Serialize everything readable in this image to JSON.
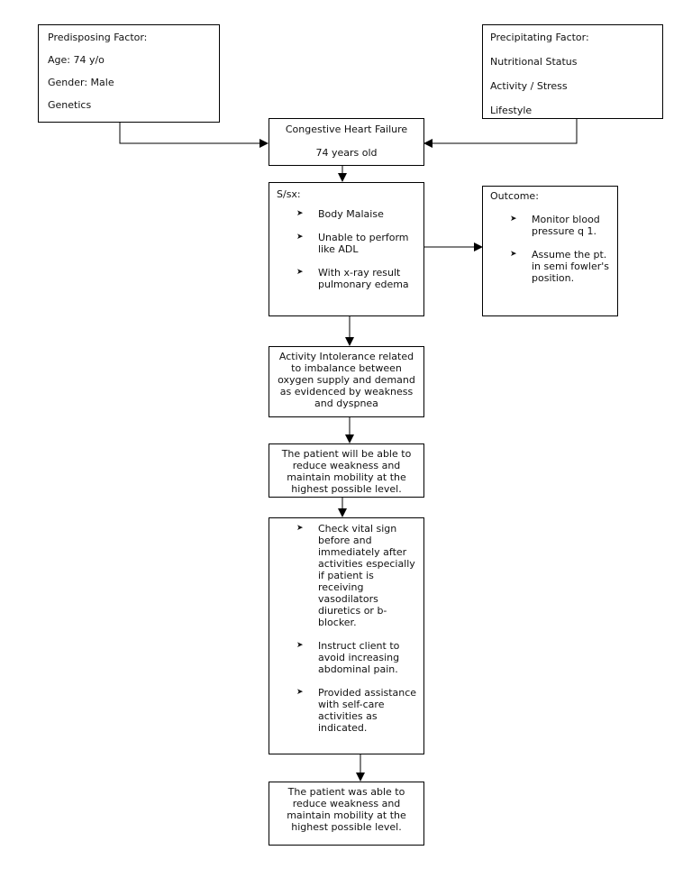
{
  "predisposing": {
    "title": "Predisposing Factor:",
    "items": [
      "Age: 74 y/o",
      "Gender: Male",
      "Genetics"
    ]
  },
  "precipitating": {
    "title": "Precipitating Factor:",
    "items": [
      "Nutritional Status",
      "Activity / Stress",
      "Lifestyle"
    ]
  },
  "diagnosis": {
    "title": "Congestive Heart Failure",
    "age": "74 years old"
  },
  "signs": {
    "title": "S/sx:",
    "items": [
      "Body Malaise",
      "Unable to perform like ADL",
      "With x-ray result pulmonary edema"
    ]
  },
  "outcome": {
    "title": "Outcome:",
    "items": [
      "Monitor blood pressure q 1.",
      "Assume the pt. in semi fowler's position."
    ]
  },
  "nursing_diagnosis": "Activity Intolerance related to imbalance between oxygen supply and demand as evidenced by weakness and dyspnea",
  "goal": "The patient will be able to reduce weakness and maintain mobility at the highest possible level.",
  "interventions": [
    "Check vital sign before and immediately after activities especially if patient is receiving vasodilators diuretics or b-blocker.",
    "Instruct client to avoid increasing abdominal pain.",
    "Provided assistance with self-care activities as indicated."
  ],
  "evaluation": "The patient was able to reduce weakness and maintain mobility at the highest possible level.",
  "bullet_icon": "arrowhead-bullet"
}
